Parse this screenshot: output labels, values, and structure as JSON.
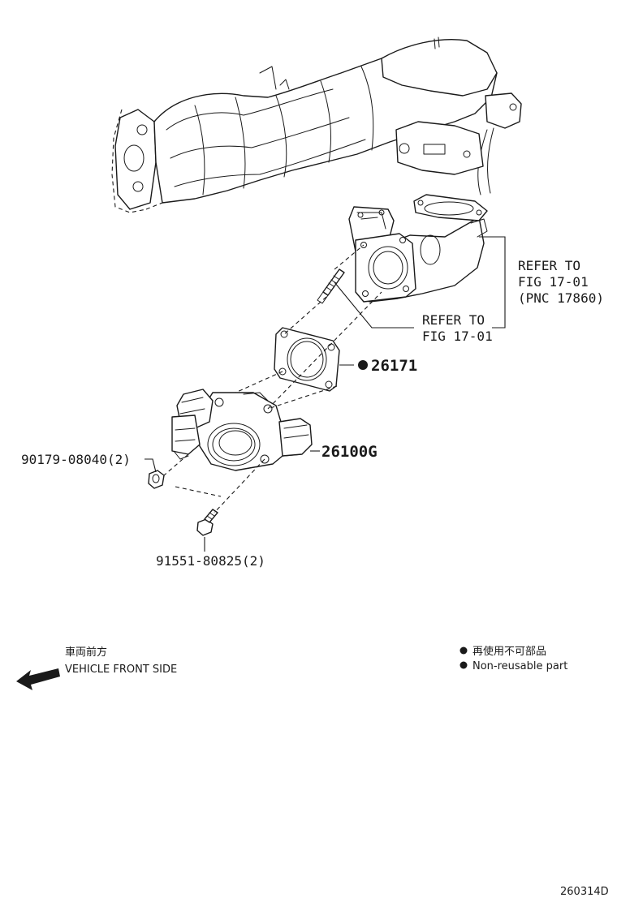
{
  "callouts": {
    "ref_manifold": [
      "REFER TO",
      "FIG 17-01",
      "(PNC 17860)"
    ],
    "ref_stud": [
      "REFER TO",
      "FIG 17-01"
    ],
    "gasket_part": "26171",
    "throttle_body_part": "26100G",
    "nut_part": "90179-08040(2)",
    "bolt_part": "91551-80825(2)"
  },
  "direction": {
    "label_jp": "車両前方",
    "label_en": "VEHICLE FRONT SIDE"
  },
  "legend": {
    "symbol": "●",
    "text_jp": "再使用不可部品",
    "text_en": "Non-reusable part"
  },
  "figure_id": "260314D"
}
